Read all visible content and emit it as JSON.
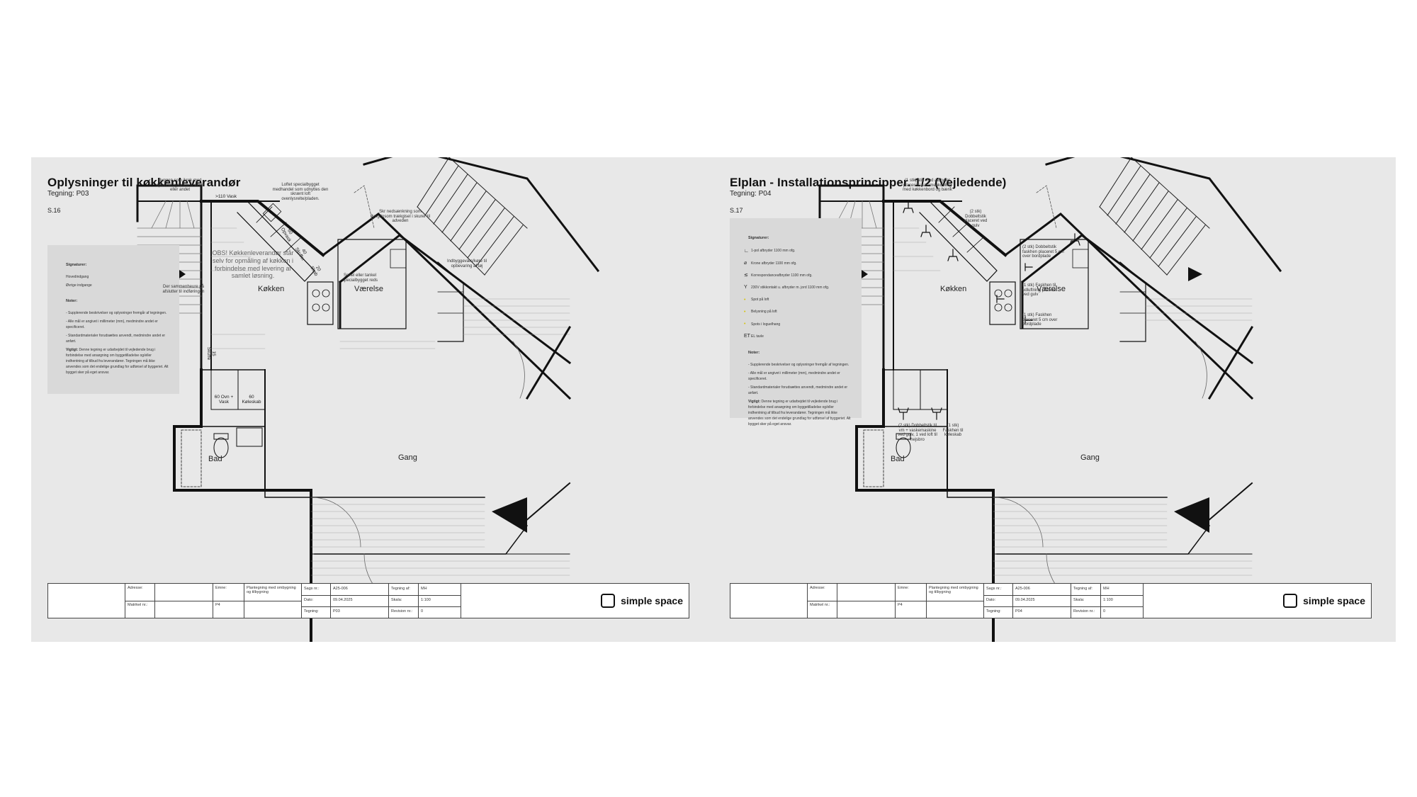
{
  "sheets": [
    {
      "title": "Oplysninger til køkkenleverandør",
      "subtitle": "Tegning: P03",
      "page": "S.16",
      "legend": {
        "heading": "Signaturer:",
        "items": [
          "Hovedindgang",
          "Øvrige indgange"
        ],
        "notes_heading": "Noter:",
        "notes": [
          "- Supplerende beskrivelser og oplysninger fremgår af tegningen.",
          "- Alle mål er angivet i millimeter (mm), medmindre andet er specificeret.",
          "- Standardmaterialer forudsættes anvendt, medmindre andet er anført."
        ],
        "important_label": "Vigtigt:",
        "important": "Denne tegning er udarbejdet til vejledende brug i forbindelse med ansøgning om byggetilladelse og/eller indhentning af tilbud fra leverandører. Tegningen må ikke anvendes som det endelige grundlag for udførsel af byggeriet. Alt bygget sker på eget ansvar."
      },
      "rooms": {
        "kitchen": "Køkken",
        "room": "Værelse",
        "bath": "Bad",
        "hall": "Gang"
      },
      "kitchen_note": "OBS! Køkkenleverandør står selv for opmåling af køkken i forbindelse med levering af samlet løsning.",
      "cabinets": {
        "c1": ">110 Vask",
        "c2": "60 Opvask",
        "c3": "40 Skuffer",
        "c4": "20 Skab",
        "c5": "60 Ovn + Vask",
        "c6": "60 Køleskab",
        "c7": "15 Skuffe"
      },
      "callouts": [
        "Byggen som ikrek med opbevaringssrum til afløb eller andet",
        "Loftet specialbygget medhandel som udnyttes den skrænt loft ovenlysrelte/pladen.",
        "Skr nedsænkning som flyngrinsom trækgisel i skurer til adveden",
        "Senel eller tankel specialbygget reds",
        "Indbyggevæn/køre til opbevaring af tøj",
        "Der sammenheure på afslutter til indføringen"
      ],
      "titleblock": {
        "adresse_label": "Adresse:",
        "matrikel_label": "Matrikel nr.:",
        "emne_label": "Emne:",
        "emne": "Plantegning med ombygning og tilbygning",
        "p4": "P4",
        "sags_label": "Sags nr.:",
        "sags": "A25-006",
        "tegning_af_label": "Tegning af:",
        "tegning_af": "MH",
        "dato_label": "Dato:",
        "dato": "09.04.2025",
        "skala_label": "Skala:",
        "skala": "1:100",
        "tegning_label": "Tegning:",
        "tegning": "P03",
        "revision_label": "Revision nr.:",
        "revision": "0"
      },
      "logo": "simple space"
    },
    {
      "title": "Elplan - Installationsprincipper. 1/2 (Vejledende)",
      "subtitle": "Tegning: P04",
      "page": "S.17",
      "legend": {
        "heading": "Signaturer:",
        "symbols": [
          "1-pol afbryder 1100 mm ofg.",
          "Krone afbryder 1100 mm ofg.",
          "Korrespondanceafbryder 1100 mm ofg.",
          "230V stikkontakt u. afbryder m. jord 1100 mm ofg.",
          "Spot på loft",
          "Belysning på loft",
          "Spots i loguelhang",
          "EL tavle"
        ],
        "symbol_icons": [
          "∟",
          "⌀",
          "≲",
          "Y",
          "•",
          "•",
          "•",
          "ET"
        ],
        "notes_heading": "Noter:",
        "notes": [
          "- Supplerende beskrivelser og oplysninger fremgår af tegningen.",
          "- Alle mål er angivet i millimeter (mm), medmindre andet er specificeret.",
          "- Standardmaterialer forudsættes anvendt, medmindre andet er anført."
        ],
        "important_label": "Vigtigt:",
        "important": "Denne tegning er udarbejdet til vejledende brug i forbindelse med ansøgning om byggetilladelse og/eller indhentning af tilbud fra leverandører. Tegningen må ikke anvendes som det endelige grundlag for udførsel af byggeriet. Alt bygget sker på eget ansvar."
      },
      "rooms": {
        "kitchen": "Køkken",
        "room": "Værelse",
        "bath": "Bad",
        "hall": "Gang"
      },
      "callouts": [
        "(1 stk) stik med afbryder placeret i sammenkobling med køkkenbord og bænk",
        "(2 stk) Dobbeltstik placeret ved gulv",
        "(2 stk) Dobbeltstik faskhen placeret 5 cm over bordplade",
        "(1 stk) Faskhen til udluftning placeret ved gulv",
        "(1 stk) Faskhen placeret 5 cm over bordplade",
        "(2 stk) Dobbeltstik til vm + vaskemaskine ved gulv, 1 ved loft til hejsbro",
        "(1 stk) Faskhen til køleskab"
      ],
      "titleblock": {
        "adresse_label": "Adresse:",
        "matrikel_label": "Matrikel nr.:",
        "emne_label": "Emne:",
        "emne": "Plantegning med ombygning og tilbygning",
        "p4": "P4",
        "sags_label": "Sags nr.:",
        "sags": "A25-006",
        "tegning_af_label": "Tegning af:",
        "tegning_af": "MH",
        "dato_label": "Dato:",
        "dato": "09.04.2025",
        "skala_label": "Skala:",
        "skala": "1:100",
        "tegning_label": "Tegning:",
        "tegning": "P04",
        "revision_label": "Revision nr.:",
        "revision": "0"
      },
      "logo": "simple space"
    }
  ]
}
